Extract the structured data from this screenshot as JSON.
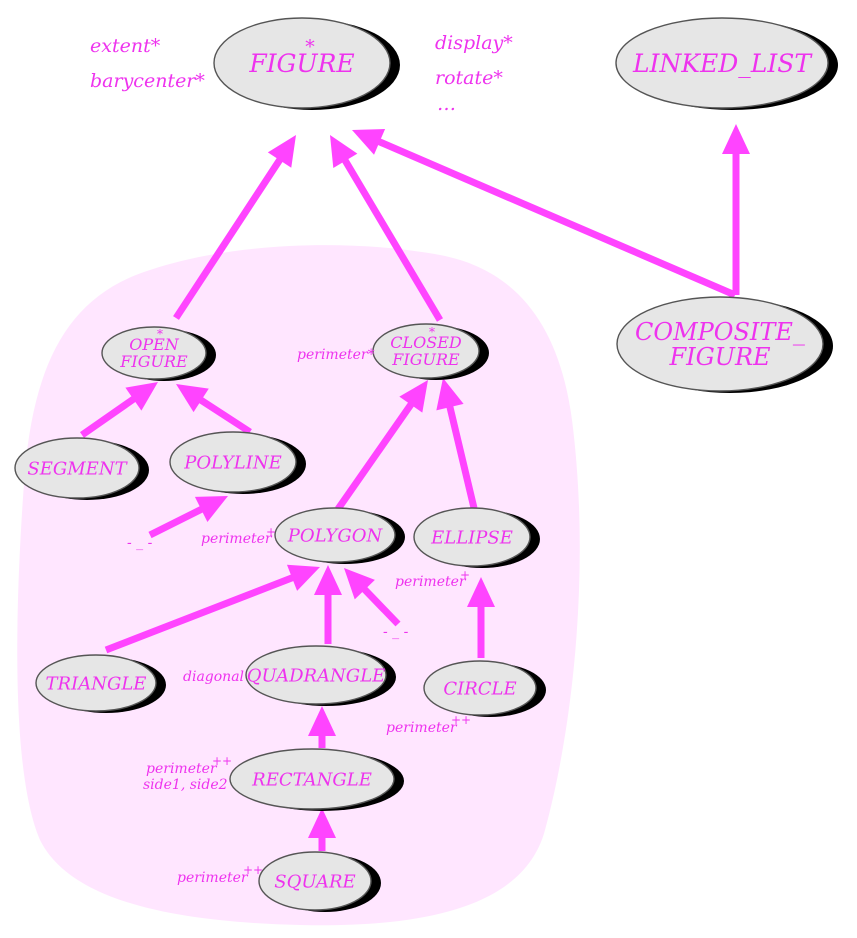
{
  "colors": {
    "accent": "#ff44ff",
    "text": "#ee33ee",
    "node_fill": "#e6e6e6",
    "cluster_fill": "#ffe6ff"
  },
  "nodes": [
    {
      "id": "figure",
      "lines": [
        "FIGURE"
      ],
      "mark": "*"
    },
    {
      "id": "linked_list",
      "lines": [
        "LINKED_LIST"
      ],
      "mark": ""
    },
    {
      "id": "open_figure",
      "lines": [
        "OPEN",
        "FIGURE"
      ],
      "mark": "*"
    },
    {
      "id": "closed_figure",
      "lines": [
        "CLOSED",
        "FIGURE"
      ],
      "mark": "*"
    },
    {
      "id": "composite_figure",
      "lines": [
        "COMPOSITE_",
        "FIGURE"
      ],
      "mark": ""
    },
    {
      "id": "segment",
      "lines": [
        "SEGMENT"
      ],
      "mark": ""
    },
    {
      "id": "polyline",
      "lines": [
        "POLYLINE"
      ],
      "mark": ""
    },
    {
      "id": "polygon",
      "lines": [
        "POLYGON"
      ],
      "mark": ""
    },
    {
      "id": "ellipse",
      "lines": [
        "ELLIPSE"
      ],
      "mark": ""
    },
    {
      "id": "triangle",
      "lines": [
        "TRIANGLE"
      ],
      "mark": ""
    },
    {
      "id": "quadrangle",
      "lines": [
        "QUADRANGLE"
      ],
      "mark": ""
    },
    {
      "id": "circle",
      "lines": [
        "CIRCLE"
      ],
      "mark": ""
    },
    {
      "id": "rectangle",
      "lines": [
        "RECTANGLE"
      ],
      "mark": ""
    },
    {
      "id": "square",
      "lines": [
        "SQUARE"
      ],
      "mark": ""
    }
  ],
  "edges": [
    {
      "from": "open_figure",
      "to": "figure"
    },
    {
      "from": "closed_figure",
      "to": "figure"
    },
    {
      "from": "composite_figure",
      "to": "figure"
    },
    {
      "from": "composite_figure",
      "to": "linked_list"
    },
    {
      "from": "segment",
      "to": "open_figure"
    },
    {
      "from": "polyline",
      "to": "open_figure"
    },
    {
      "from": "polyline_ellipsis",
      "to": "polyline"
    },
    {
      "from": "polygon",
      "to": "closed_figure"
    },
    {
      "from": "ellipse",
      "to": "closed_figure"
    },
    {
      "from": "triangle",
      "to": "polygon"
    },
    {
      "from": "quadrangle",
      "to": "polygon"
    },
    {
      "from": "polygon_ellipsis",
      "to": "polygon"
    },
    {
      "from": "circle",
      "to": "ellipse"
    },
    {
      "from": "rectangle",
      "to": "quadrangle"
    },
    {
      "from": "square",
      "to": "rectangle"
    }
  ],
  "annotations": {
    "extent": "extent*",
    "barycenter": "barycenter*",
    "display": "display*",
    "rotate": "rotate*",
    "more": "…",
    "perimeter_closed": "perimeter*",
    "perimeter_polygon": "perimeter",
    "perimeter_polygon_sup": "+",
    "perimeter_ellipse": "perimeter",
    "perimeter_ellipse_sup": "+",
    "polyline_ellipsis": "- _ -",
    "polygon_ellipsis": "- _ -",
    "diagonal": "diagonal",
    "perimeter_circle": "perimeter",
    "perimeter_circle_sup": "++",
    "perimeter_rectangle": "perimeter",
    "perimeter_rectangle_sup": "++",
    "sides_rectangle": "side1, side2",
    "perimeter_square": "perimeter",
    "perimeter_square_sup": "++"
  }
}
